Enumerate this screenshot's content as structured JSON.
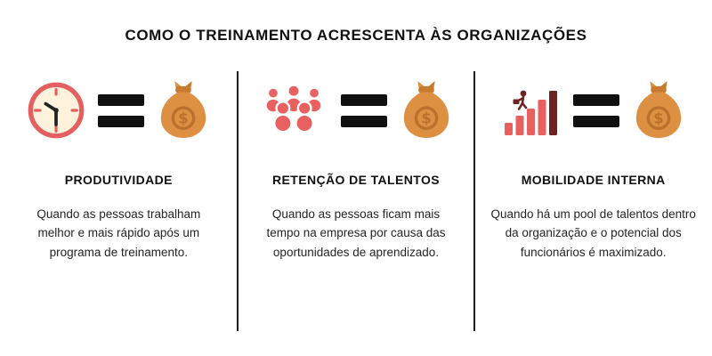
{
  "title": "COMO O TREINAMENTO ACRESCENTA ÀS ORGANIZAÇÕES",
  "columns": [
    {
      "icon": "clock-icon",
      "heading": "PRODUTIVIDADE",
      "body": "Quando as pessoas trabalham melhor e mais rápido após um programa de treinamento."
    },
    {
      "icon": "people-group-icon",
      "heading": "RETENÇÃO DE TALENTOS",
      "body": "Quando as pessoas ficam mais tempo na empresa por causa das oportunidades de aprendizado."
    },
    {
      "icon": "growth-bars-icon",
      "heading": "MOBILIDADE INTERNA",
      "body": "Quando há um pool de talentos dentro da organização e o potencial dos funcionários é maximizado."
    }
  ],
  "colors": {
    "accent_red": "#e8605f",
    "dark_red": "#6f2320",
    "bag_orange": "#de9042",
    "bag_dark_orange": "#b9712b",
    "clock_face": "#fdf3dc",
    "text": "#1c1c1c",
    "background": "#ffffff"
  }
}
